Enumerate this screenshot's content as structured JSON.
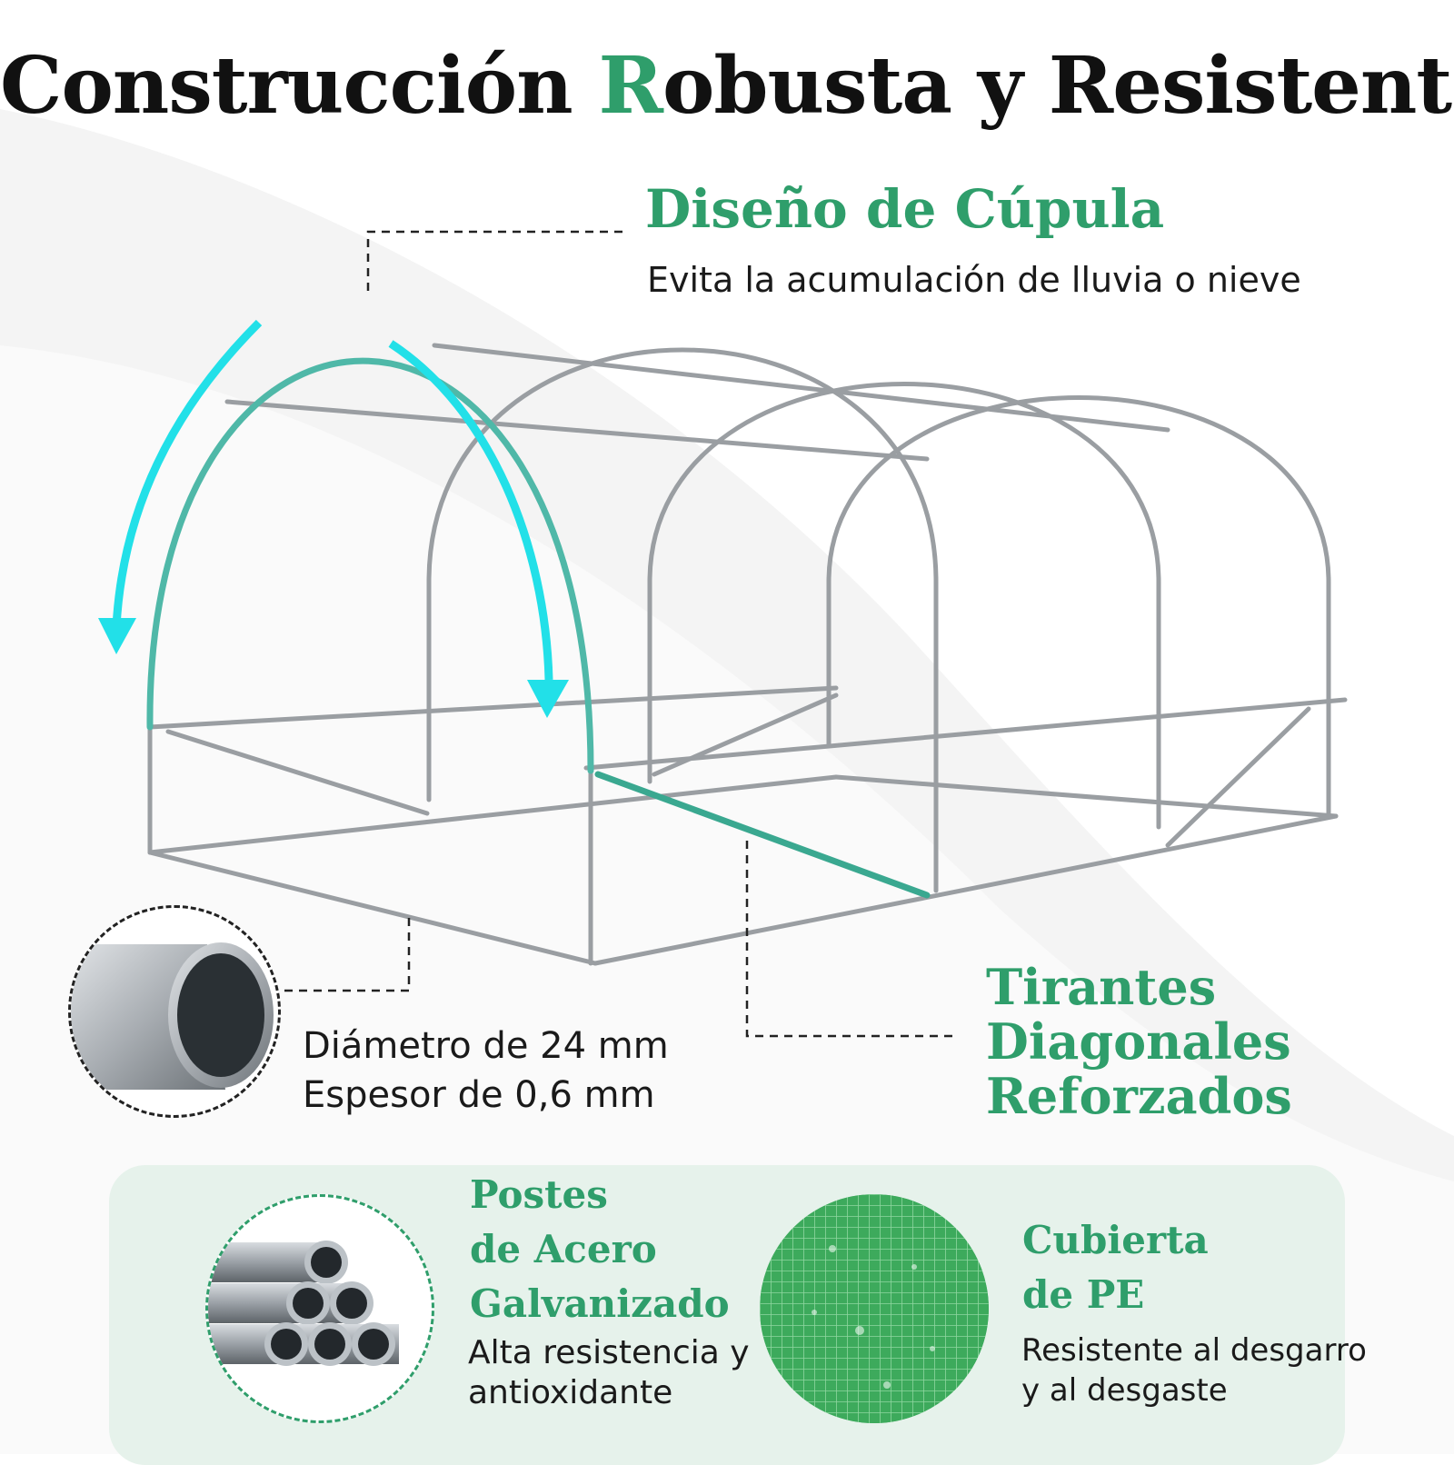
{
  "title": {
    "prefix": "Construcción ",
    "accent_letter": "R",
    "suffix": "obusta y Resistente"
  },
  "dome": {
    "heading": "Diseño de Cúpula",
    "description": "Evita la acumulación de lluvia o nieve"
  },
  "pipe": {
    "line1": "Diámetro de 24 mm",
    "line2": "Espesor de 0,6 mm"
  },
  "braces": {
    "line1": "Tirantes",
    "line2": "Diagonales",
    "line3": "Reforzados"
  },
  "posts": {
    "line1": "Postes",
    "line2": "de Acero",
    "line3": "Galvanizado",
    "desc1": "Alta resistencia y",
    "desc2": "antioxidante"
  },
  "cover": {
    "line1": "Cubierta",
    "line2": "de PE",
    "desc1": "Resistente al desgarro",
    "desc2": "y al desgaste"
  },
  "colors": {
    "accent_green": "#2f9e6b",
    "arrow_cyan": "#22e0e8",
    "frame_gray": "#9a9ea2",
    "panel_bg": "#e6f2eb"
  }
}
